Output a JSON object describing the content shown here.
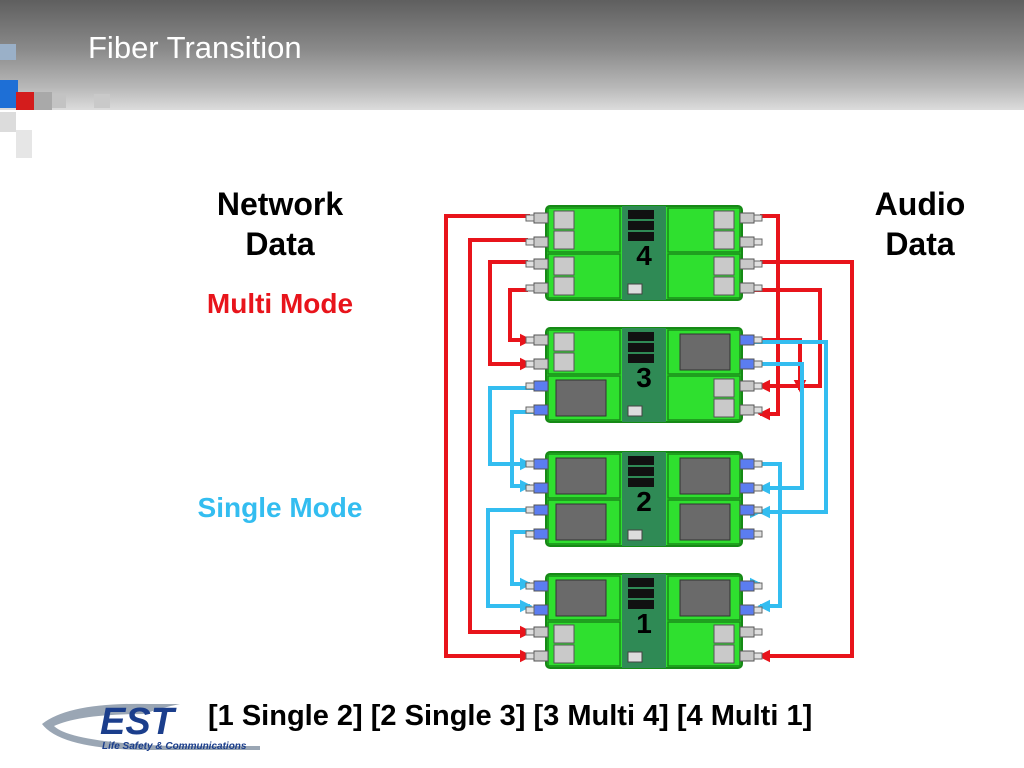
{
  "slide": {
    "title": "Fiber Transition",
    "caption": "[1 Single 2] [2 Single 3] [3 Multi 4] [4 Multi 1]"
  },
  "labels": {
    "network": [
      "Network",
      "Data"
    ],
    "audio": [
      "Audio",
      "Data"
    ],
    "multi_mode": "Multi Mode",
    "single_mode": "Single Mode"
  },
  "modules": [
    {
      "number": "4",
      "left_mode": "multi",
      "right_mode": "multi"
    },
    {
      "number": "3",
      "top_left": "multi",
      "bottom_left": "single",
      "top_right": "single",
      "bottom_right": "multi"
    },
    {
      "number": "2",
      "left_mode": "single",
      "right_mode": "single"
    },
    {
      "number": "1",
      "top_mode": "single",
      "bottom_mode": "multi"
    }
  ],
  "logo": {
    "name": "EST",
    "tagline": "Life Safety & Communications"
  },
  "colors": {
    "multi_mode": "#e8141b",
    "single_mode": "#33bdf0",
    "board_green": "#2fe02f",
    "board_center": "#2f8a55"
  }
}
